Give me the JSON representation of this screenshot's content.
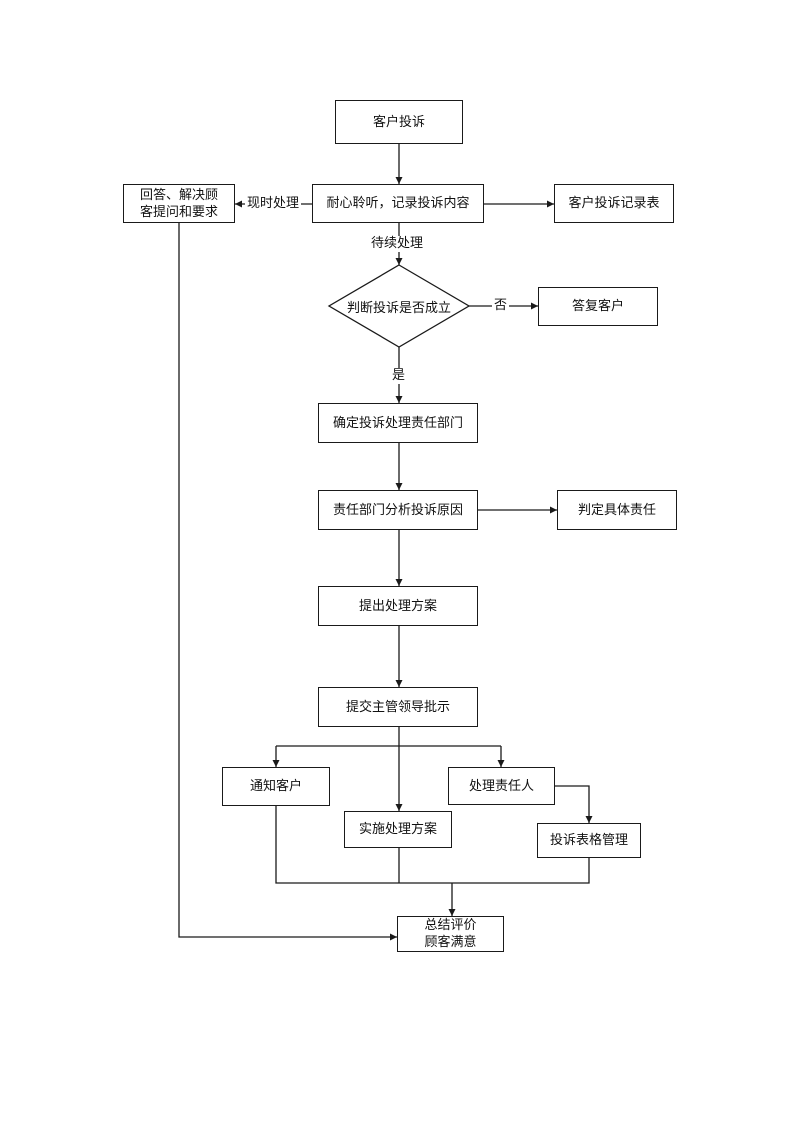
{
  "nodes": {
    "complaint": "客户投诉",
    "listen_record": "耐心聆听，记录投诉内容",
    "record_form": "客户投诉记录表",
    "answer_resolve": "回答、解决顾\n客提问和要求",
    "judge": "判断投诉是否成立",
    "reply_customer": "答复客户",
    "determine_dept": "确定投诉处理责任部门",
    "analyze_cause": "责任部门分析投诉原因",
    "determine_responsibility": "判定具体责任",
    "propose_plan": "提出处理方案",
    "submit_approval": "提交主管领导批示",
    "notify_customer": "通知客户",
    "handle_responsible": "处理责任人",
    "implement_plan": "实施处理方案",
    "form_management": "投诉表格管理",
    "summary": "总结评价\n顾客满意"
  },
  "edge_labels": {
    "immediate": "现时处理",
    "pending": "待续处理",
    "no": "否",
    "yes": "是"
  }
}
